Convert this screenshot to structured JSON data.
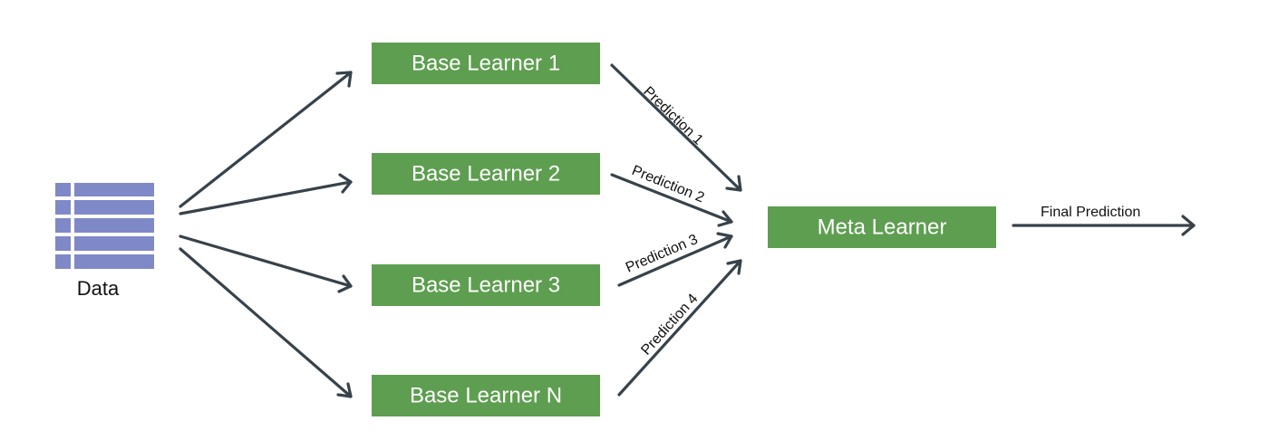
{
  "data_source": {
    "label": "Data",
    "icon": "table-icon",
    "color": "#7f89c8"
  },
  "base_learners": [
    {
      "label": "Base Learner 1"
    },
    {
      "label": "Base Learner 2"
    },
    {
      "label": "Base Learner 3"
    },
    {
      "label": "Base Learner N"
    }
  ],
  "predictions": [
    {
      "label": "Prediction 1"
    },
    {
      "label": "Prediction 2"
    },
    {
      "label": "Prediction 3"
    },
    {
      "label": "Prediction 4"
    }
  ],
  "meta_learner": {
    "label": "Meta Learner"
  },
  "output": {
    "label": "Final Prediction"
  },
  "colors": {
    "box": "#5e9e50",
    "arrow": "#37424a",
    "text_on_box": "#ffffff",
    "text": "#111111"
  }
}
